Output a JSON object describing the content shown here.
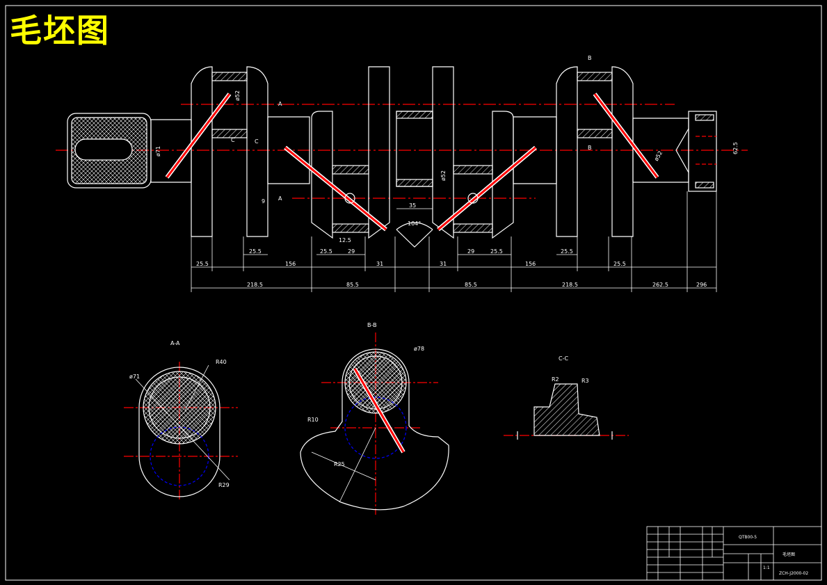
{
  "title": "毛坯图",
  "dimensions": {
    "row1": [
      "25.5",
      "25.5",
      "156",
      "25.5",
      "29",
      "31",
      "31",
      "29",
      "25.5",
      "156",
      "25.5",
      "25.5"
    ],
    "row2": [
      "218.5",
      "85.5",
      "85.5",
      "218.5",
      "262.5",
      "296"
    ],
    "small": [
      "12.5",
      "35",
      "104°",
      "9",
      "62.5"
    ],
    "diameters": [
      "ø71",
      "ø52",
      "ø52",
      "ø52"
    ]
  },
  "markers": {
    "a": "A",
    "b": "B",
    "c": "C"
  },
  "sections": {
    "aa": {
      "label": "A-A",
      "d": "ø71",
      "r1": "R40",
      "r2": "R29"
    },
    "bb": {
      "label": "B-B",
      "d": "ø78",
      "r1": "R10",
      "r2": "R25"
    },
    "cc": {
      "label": "C-C",
      "r1": "R2",
      "r2": "R3"
    }
  },
  "title_block": {
    "part_code": "QTB00-5",
    "material": "毛坯图",
    "drawing_no": "ZCH-J2000-02",
    "scale": "1:1"
  },
  "colors": {
    "outline": "#ffffff",
    "centerline": "#ff0000",
    "hatch": "#ffffff",
    "hidden": "#0000ff",
    "title": "#ffff00"
  }
}
